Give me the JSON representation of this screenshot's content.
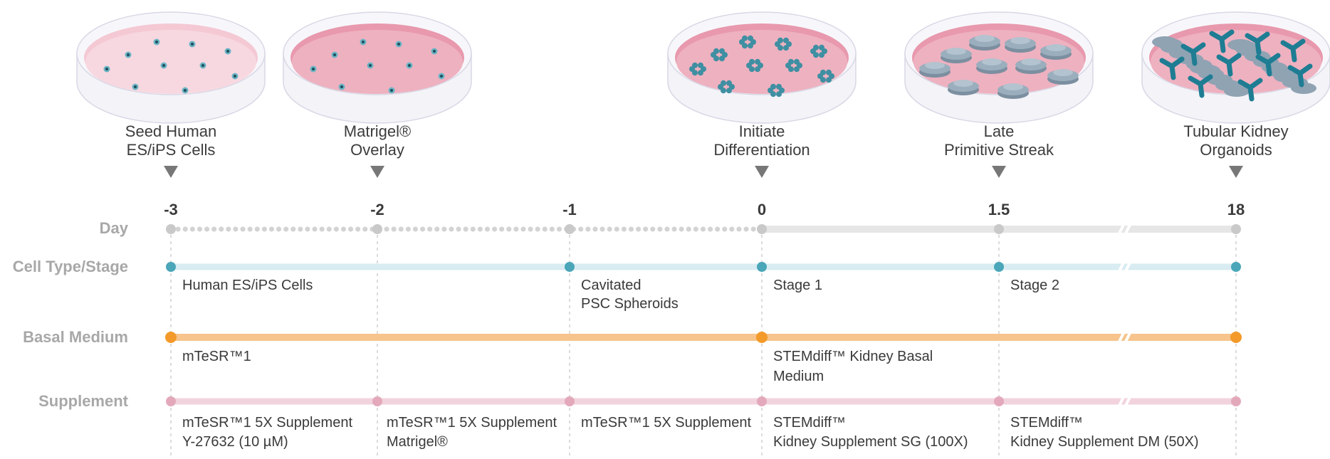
{
  "colors": {
    "day": "#d3d3d3",
    "cell_type": "#d8ecf2",
    "cell_type_node": "#4aa6b8",
    "basal": "#f6c48c",
    "basal_node": "#f39a2a",
    "supplement": "#f2d3dd",
    "supplement_node": "#e3a9bb",
    "dish_pale": "#f6d6de",
    "dish_pink": "#ecaabb",
    "cell": "#3f8fa2"
  },
  "row_labels": {
    "day": "Day",
    "cell_type": "Cell Type/Stage",
    "basal": "Basal Medium",
    "supplement": "Supplement"
  },
  "stages": [
    {
      "line1": "Seed Human",
      "line2": "ES/iPS Cells",
      "dish": "sparse-cells",
      "dish_icon": "petri-dish-seeded-cells-icon"
    },
    {
      "line1": "Matrigel®",
      "line2": "Overlay",
      "dish": "sparse-cells-pink",
      "dish_icon": "petri-dish-matrigel-icon"
    },
    {
      "line1": "Initiate",
      "line2": "Differentiation",
      "dish": "cell-clusters",
      "dish_icon": "petri-dish-spheroids-icon"
    },
    {
      "line1": "Late",
      "line2": "Primitive Streak",
      "dish": "cell-aggregates",
      "dish_icon": "petri-dish-aggregates-icon"
    },
    {
      "line1": "Tubular Kidney",
      "line2": "Organoids",
      "dish": "organoids",
      "dish_icon": "petri-dish-organoids-icon"
    }
  ],
  "days": [
    "-3",
    "-2",
    "-1",
    "0",
    "1.5",
    "18"
  ],
  "cell_types": [
    {
      "line1": "Human ES/iPS Cells",
      "line2": ""
    },
    {
      "line1": "Cavitated",
      "line2": "PSC Spheroids"
    },
    {
      "line1": "Stage 1",
      "line2": ""
    },
    {
      "line1": "Stage 2",
      "line2": ""
    }
  ],
  "basal_media": [
    {
      "line1": "mTeSR™1",
      "line2": ""
    },
    {
      "line1": "STEMdiff™ Kidney Basal",
      "line2": "Medium"
    }
  ],
  "supplements": [
    {
      "line1": "mTeSR™1 5X Supplement",
      "line2": "Y-27632 (10 µM)"
    },
    {
      "line1": "mTeSR™1 5X Supplement",
      "line2": "Matrigel®"
    },
    {
      "line1": "mTeSR™1 5X Supplement",
      "line2": ""
    },
    {
      "line1": "STEMdiff™",
      "line2": "Kidney Supplement SG (100X)"
    },
    {
      "line1": "STEMdiff™",
      "line2": "Kidney Supplement DM (50X)"
    }
  ]
}
